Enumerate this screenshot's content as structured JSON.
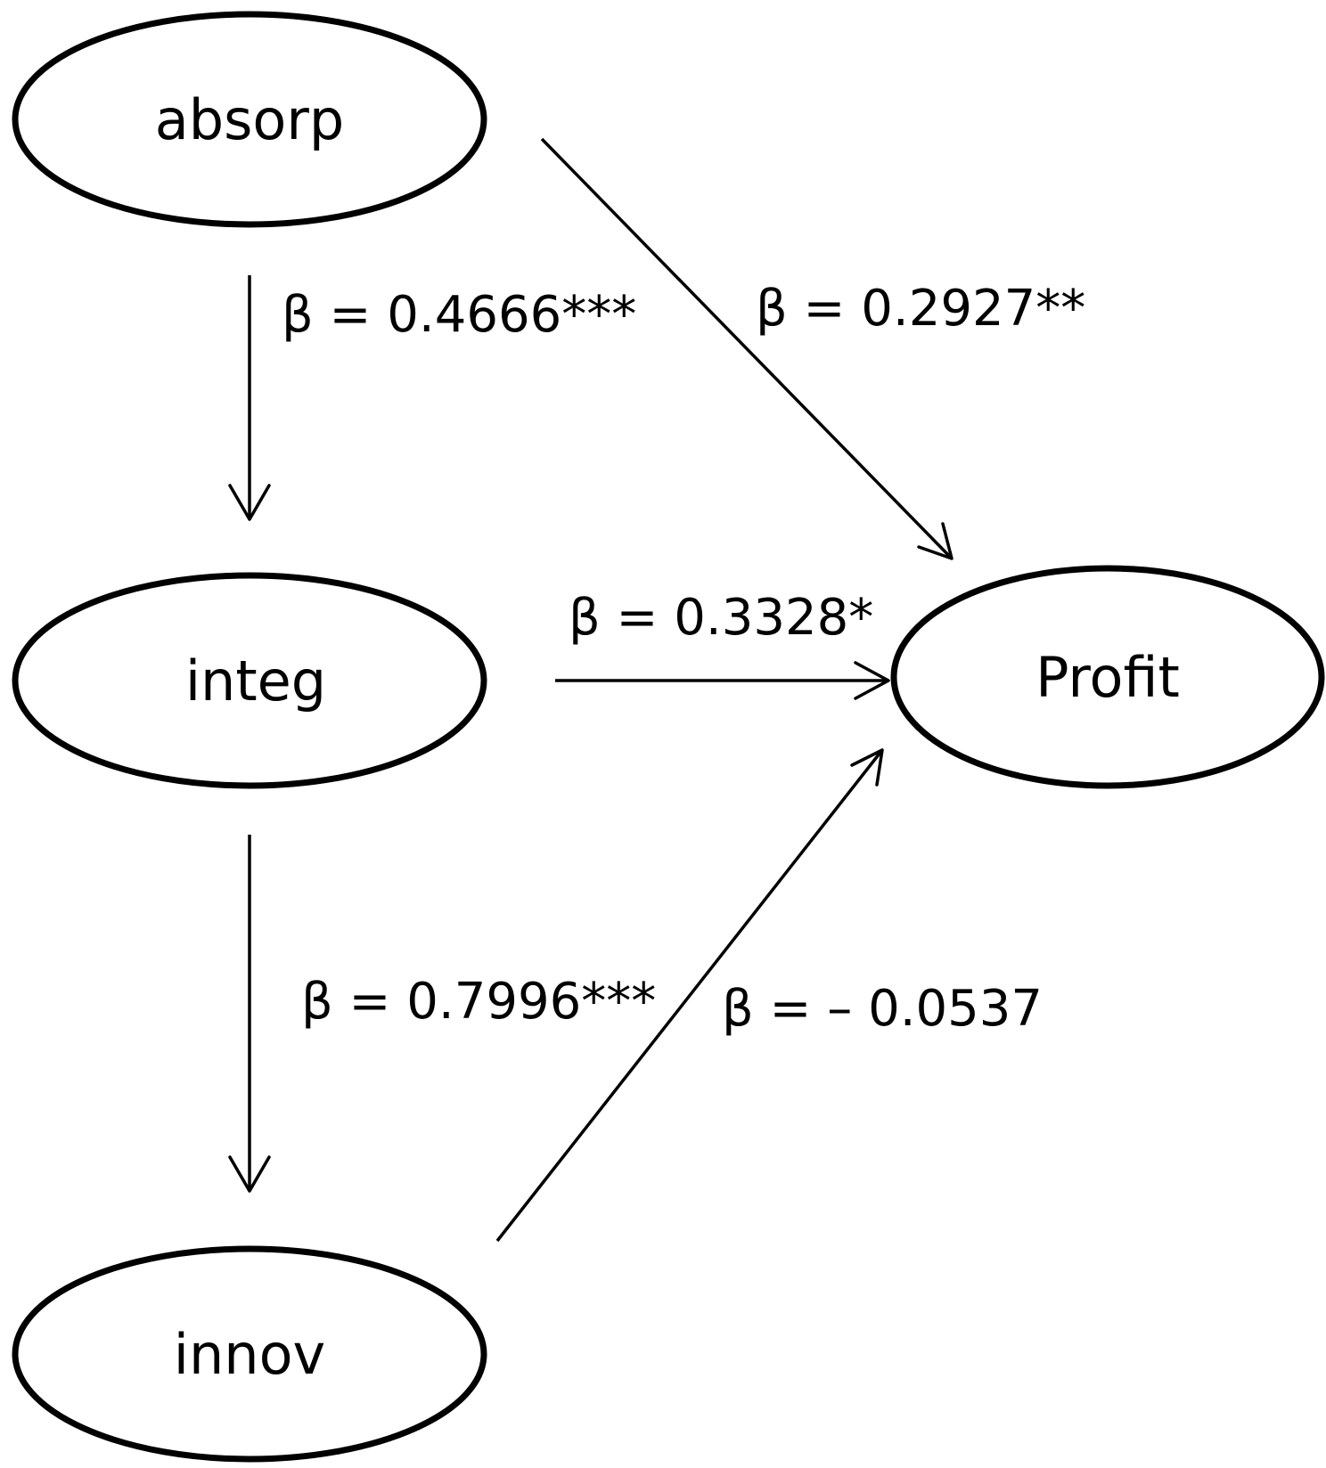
{
  "nodes": {
    "absorp": {
      "label": "absorp"
    },
    "integ": {
      "label": "integ"
    },
    "innov": {
      "label": "innov"
    },
    "profit": {
      "label": "Profit"
    }
  },
  "edges": {
    "absorp_integ": {
      "from": "absorp",
      "to": "integ",
      "label": "β = 0.4666***"
    },
    "absorp_profit": {
      "from": "absorp",
      "to": "Profit",
      "label": "β = 0.2927**"
    },
    "integ_profit": {
      "from": "integ",
      "to": "Profit",
      "label": "β = 0.3328*"
    },
    "integ_innov": {
      "from": "integ",
      "to": "innov",
      "label": "β = 0.7996***"
    },
    "innov_profit": {
      "from": "innov",
      "to": "Profit",
      "label": "β = – 0.0537"
    }
  }
}
